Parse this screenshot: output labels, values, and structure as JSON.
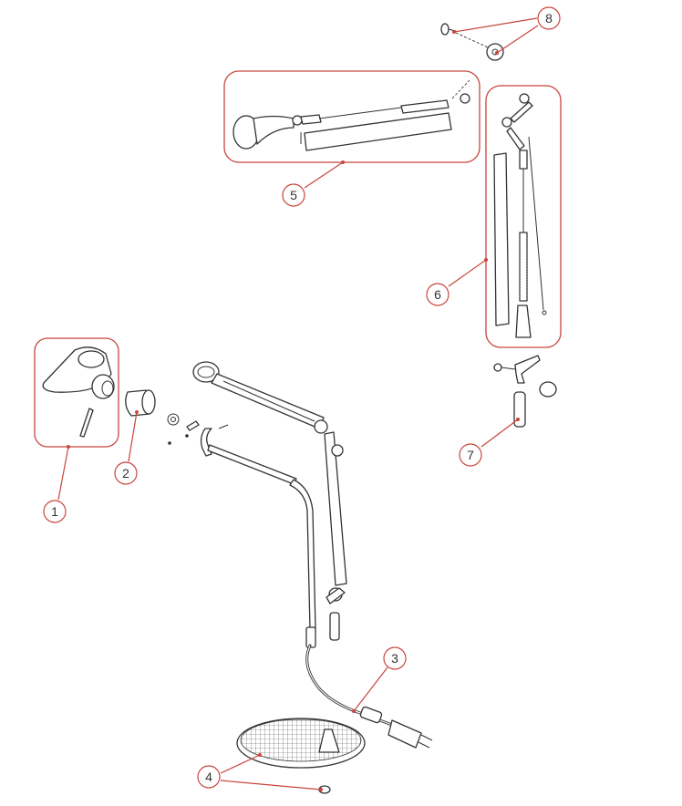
{
  "diagram": {
    "type": "exploded-parts-view",
    "accent_color": "#c8453c",
    "line_color": "#333333",
    "callouts": [
      {
        "id": "1",
        "label": "1"
      },
      {
        "id": "2",
        "label": "2"
      },
      {
        "id": "3",
        "label": "3"
      },
      {
        "id": "4",
        "label": "4"
      },
      {
        "id": "5",
        "label": "5"
      },
      {
        "id": "6",
        "label": "6"
      },
      {
        "id": "7",
        "label": "7"
      },
      {
        "id": "8",
        "label": "8"
      }
    ]
  }
}
